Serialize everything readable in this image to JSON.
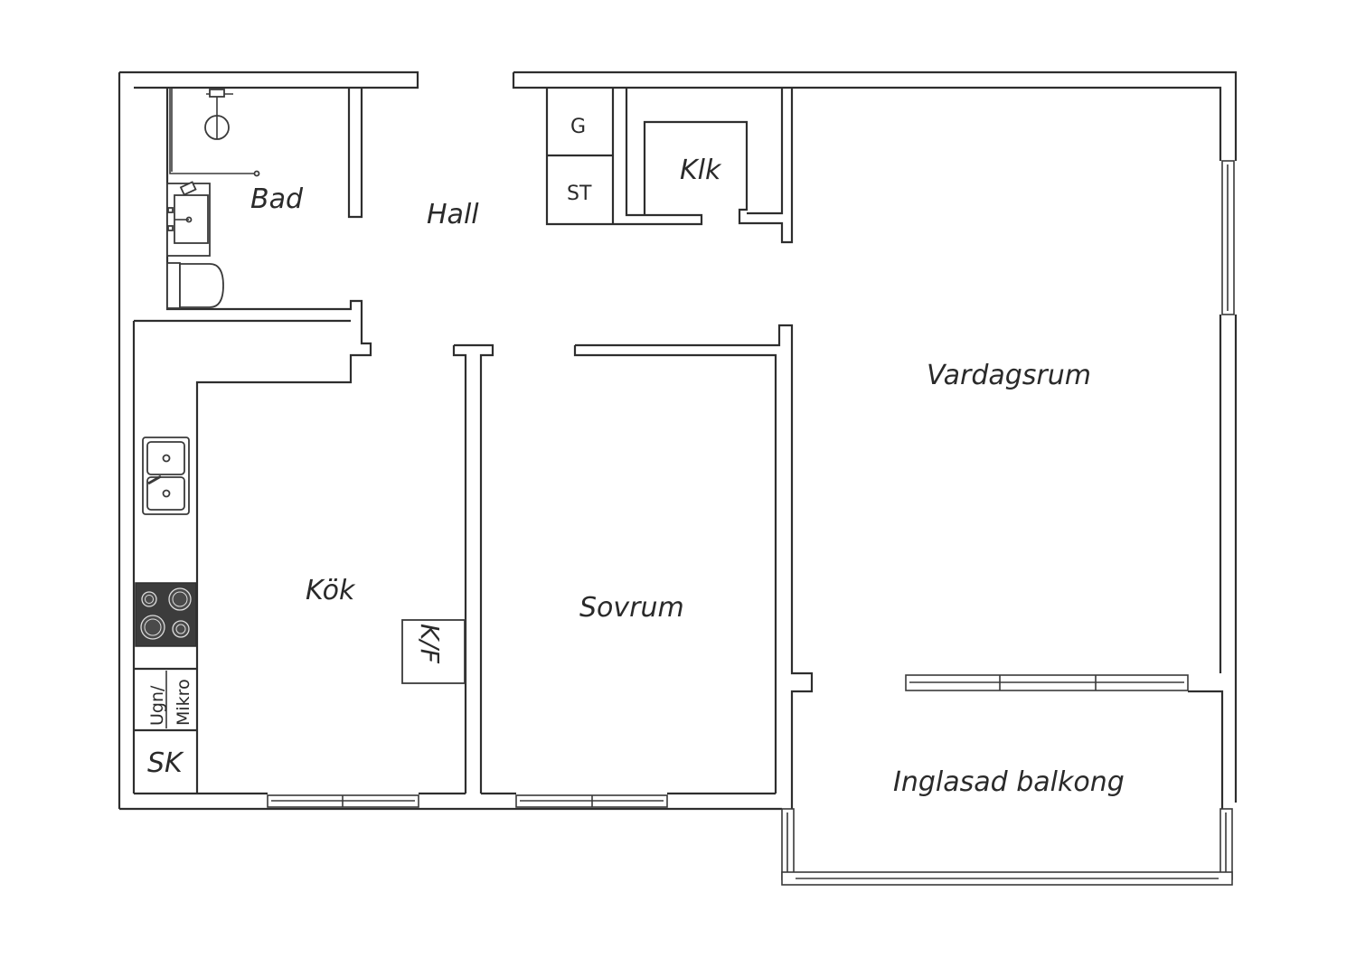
{
  "floor_plan": {
    "rooms": {
      "bad": "Bad",
      "hall": "Hall",
      "klk": "Klk",
      "vardagsrum": "Vardagsrum",
      "kok": "Kök",
      "sovrum": "Sovrum",
      "balkong": "Inglasad balkong"
    },
    "fixtures": {
      "g": "G",
      "st": "ST",
      "kf": "K/F",
      "ugn_line1": "Ugn/",
      "ugn_line2": "Mikro",
      "sk": "SK"
    },
    "icons": [
      "shower-icon",
      "washbasin-icon",
      "toilet-icon",
      "sink-icon",
      "stove-icon"
    ],
    "colors": {
      "walls": "#2e2e2e",
      "stove": "#3c3c3c",
      "background": "#ffffff"
    }
  }
}
